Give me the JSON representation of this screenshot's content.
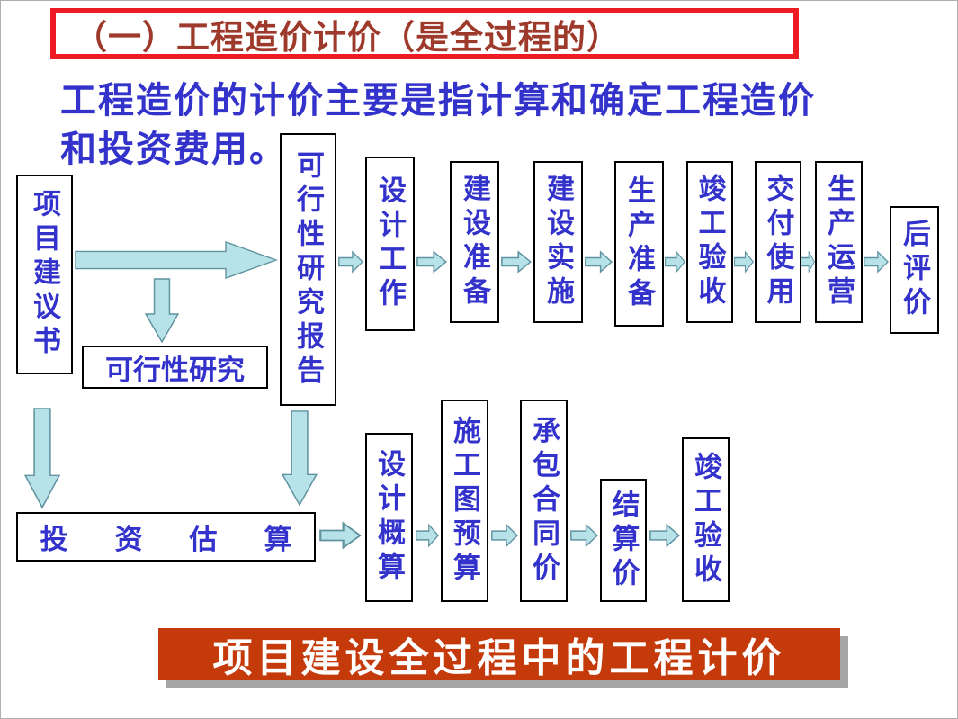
{
  "title": "（一）工程造价计价（是全过程的）",
  "intro": {
    "line1": "工程造价的计价主要是指计算和确定工程造价",
    "line2": "和投资费用。"
  },
  "flow": {
    "project_proposal": "项目建议书",
    "feasibility_report": "可行性研究报告",
    "feasibility_study": "可行性研究",
    "top_row": [
      "设计工作",
      "建设准备",
      "建设实施",
      "生产准备",
      "竣工验收",
      "交付使用",
      "生产运营",
      "后评价"
    ],
    "investment_estimate": "投资估算",
    "bottom_row": [
      "设计概算",
      "施工图预算",
      "承包合同价",
      "结算价",
      "竣工验收"
    ]
  },
  "banner": "项目建设全过程中的工程计价",
  "colors": {
    "title_text": "#9e3a2c",
    "title_border": "#ed1c24",
    "body_text": "#3333cc",
    "box_border": "#000000",
    "arrow_fill": "#b7e2e8",
    "arrow_stroke": "#5f93a0",
    "banner_bg": "#c53a0a",
    "banner_text": "#ffffff",
    "banner_shadow": "#a6a6a6"
  }
}
